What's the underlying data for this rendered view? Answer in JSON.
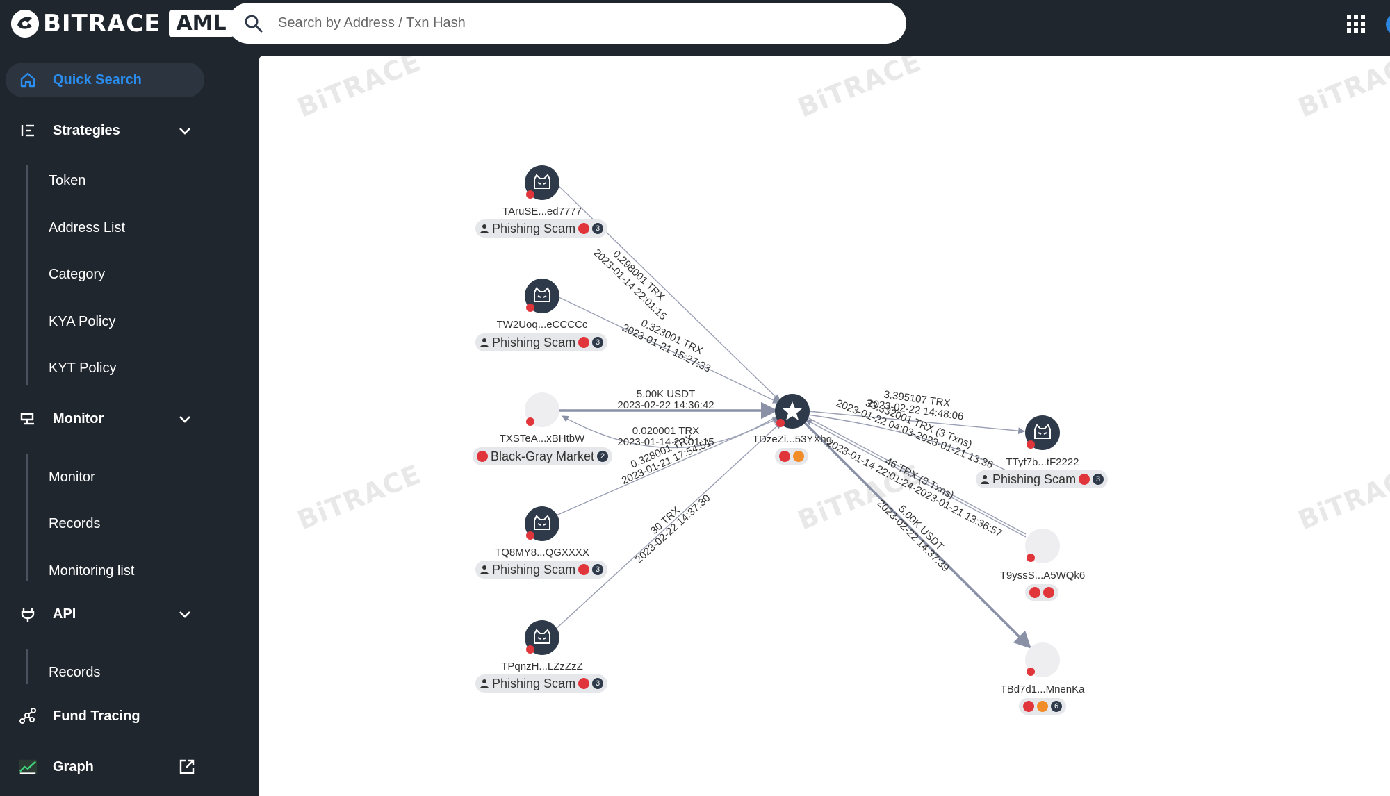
{
  "brand": {
    "name": "BITRACE",
    "badge": "AML"
  },
  "search": {
    "placeholder": "Search by Address / Txn Hash"
  },
  "sidebar": {
    "quick_search": "Quick Search",
    "strategies": {
      "label": "Strategies",
      "items": [
        "Token",
        "Address List",
        "Category",
        "KYA Policy",
        "KYT Policy"
      ]
    },
    "monitor": {
      "label": "Monitor",
      "items": [
        "Monitor",
        "Records",
        "Monitoring list"
      ]
    },
    "api": {
      "label": "API",
      "items": [
        "Records"
      ]
    },
    "fund_tracing": "Fund Tracing",
    "graph": "Graph"
  },
  "watermark": "BiTRACE",
  "graph": {
    "center": {
      "address": "TDzeZi...53YXhg"
    },
    "nodes": [
      {
        "address": "TAruSE...ed7777",
        "tag": "Phishing Scam",
        "count": "3"
      },
      {
        "address": "TW2Uoq...eCCCCc",
        "tag": "Phishing Scam",
        "count": "3"
      },
      {
        "address": "TXSTeA...xBHtbW",
        "tag": "Black-Gray Market",
        "count": "2"
      },
      {
        "address": "TQ8MY8...QGXXXX",
        "tag": "Phishing Scam",
        "count": "3"
      },
      {
        "address": "TPqnzH...LZzZzZ",
        "tag": "Phishing Scam",
        "count": "3"
      },
      {
        "address": "TTyf7b...tF2222",
        "tag": "Phishing Scam",
        "count": "3"
      },
      {
        "address": "T9yssS...A5WQk6"
      },
      {
        "address": "TBd7d1...MnenKa",
        "count": "6"
      }
    ],
    "edges": [
      {
        "amount": "0.298001 TRX",
        "time": "2023-01-14 22:01:15"
      },
      {
        "amount": "0.323001 TRX",
        "time": "2023-01-21 15:27:33"
      },
      {
        "amount": "5.00K USDT",
        "time": "2023-02-22 14:36:42"
      },
      {
        "amount": "0.020001 TRX",
        "time": "2023-01-14 22:01:15"
      },
      {
        "amount": "0.328001 TRX",
        "time": "2023-01-21 17:54:51"
      },
      {
        "amount": "30 TRX",
        "time": "2023-02-22 14:37:30"
      },
      {
        "amount": "3.395107 TRX",
        "time": "2023-02-22 14:48:06"
      },
      {
        "amount": "33.332001 TRX (3 Txns)",
        "time": "2023-01-22 04:03-2023-01-21 13:36"
      },
      {
        "amount": "46 TRX (3 Txns)",
        "time": "2023-01-14 22:01:24-2023-01-21 13:36:57"
      },
      {
        "amount": "5.00K USDT",
        "time": "2023-02-22 14:37:39"
      }
    ]
  },
  "colors": {
    "sidebar": "#20262e",
    "accent": "#2a8ef0",
    "risk_red": "#e0353b",
    "risk_orange": "#f28c28",
    "node_dark": "#2e3a4a"
  }
}
